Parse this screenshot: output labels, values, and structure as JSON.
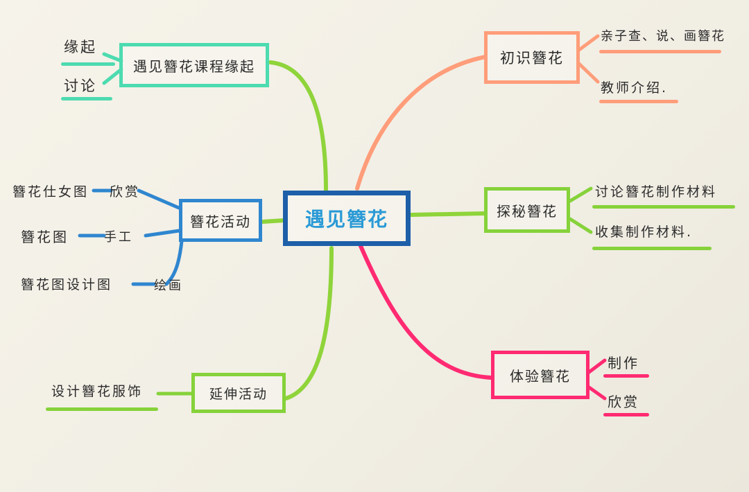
{
  "center": {
    "text": "遇见簪花",
    "color": "#1d5fa8"
  },
  "branches": {
    "origin": {
      "text": "遇见簪花课程缘起",
      "color": "#4ddbb0",
      "line_color": "#8fd43a",
      "leaves": [
        "缘起",
        "讨论"
      ]
    },
    "activity": {
      "text": "簪花活动",
      "color": "#2f86cf",
      "line_color": "#8fd43a",
      "leaves": [
        {
          "left": "簪花仕女图",
          "right": "欣赏"
        },
        {
          "left": "簪花图",
          "right": "手工"
        },
        {
          "left": "簪花图设计图",
          "right": "绘画"
        }
      ]
    },
    "extension": {
      "text": "延伸活动",
      "color": "#86d23a",
      "line_color": "#8fd43a",
      "leaves": [
        "设计簪花服饰"
      ]
    },
    "know": {
      "text": "初识簪花",
      "color": "#ff9d7a",
      "line_color": "#ff9d7a",
      "leaves": [
        "亲子查、说、画簪花",
        "教师介绍."
      ]
    },
    "explore": {
      "text": "探秘簪花",
      "color": "#86d23a",
      "line_color": "#8fd43a",
      "leaves": [
        "讨论簪花制作材料",
        "收集制作材料."
      ]
    },
    "experience": {
      "text": "体验簪花",
      "color": "#ff2a72",
      "line_color": "#ff2a72",
      "leaves": [
        "制作",
        "欣赏"
      ]
    }
  }
}
